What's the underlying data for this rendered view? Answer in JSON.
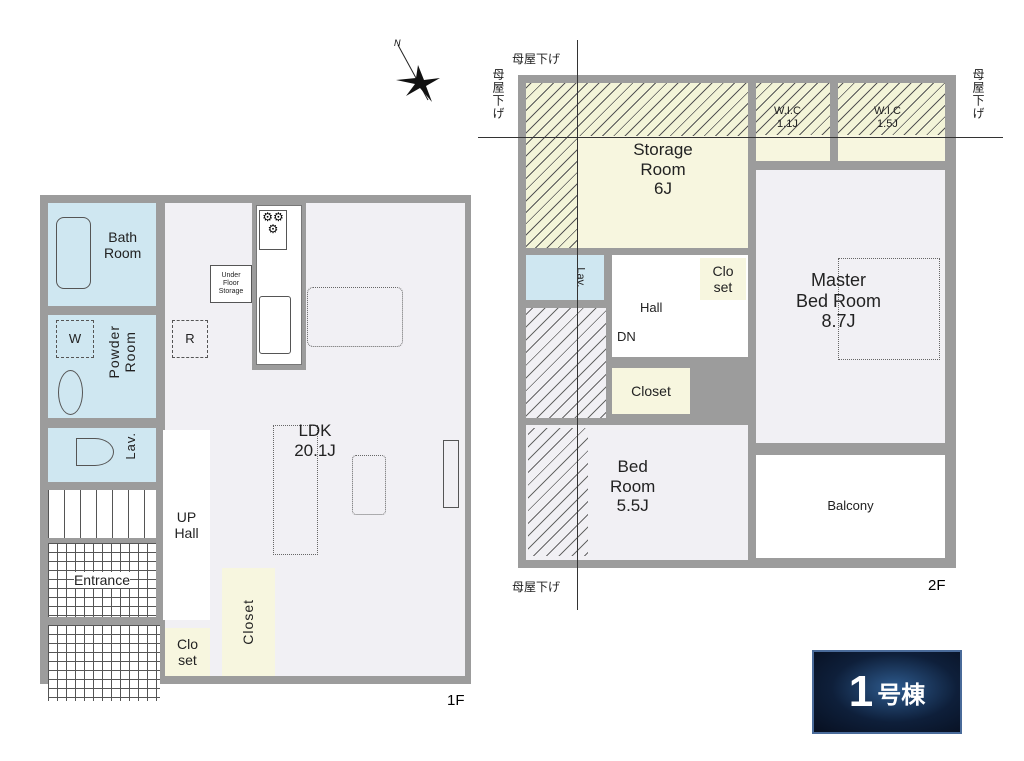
{
  "floor1": {
    "label": "1F",
    "rooms": {
      "bath": "Bath\nRoom",
      "powder": "Powder\nRoom",
      "washer": "W",
      "lav": "Lav.",
      "entrance": "Entrance",
      "hall": "UP\nHall",
      "closet_small": "Clo\nset",
      "closet": "Closet",
      "ldk": "LDK\n20.1J",
      "under_floor": "Under\nFloor\nStorage",
      "fridge": "R"
    }
  },
  "floor2": {
    "label": "2F",
    "rooms": {
      "storage": "Storage\nRoom\n6J",
      "wic1": "W.I.C\n1.1J",
      "wic2": "W.I.C\n1.5J",
      "master": "Master\nBed Room\n8.7J",
      "lav": "Lav.",
      "closet_small": "Clo\nset",
      "hall": "Hall",
      "stairs": "DN",
      "closet": "Closet",
      "bed": "Bed\nRoom\n5.5J",
      "balcony": "Balcony"
    },
    "roof_notes": [
      "母屋下げ",
      "母屋下げ",
      "母屋下げ",
      "母屋下げ"
    ]
  },
  "compass": "N",
  "badge": {
    "number": "1",
    "suffix": "号棟"
  }
}
